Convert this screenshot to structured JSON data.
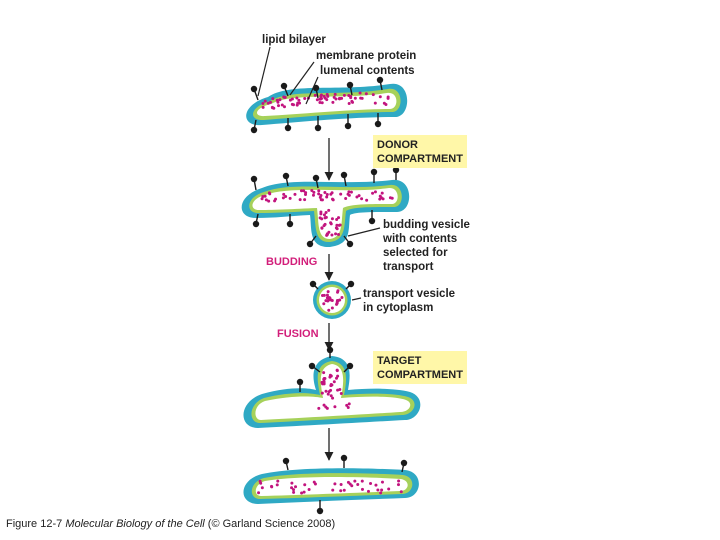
{
  "colors": {
    "membrane_outer": "#2fa9c4",
    "membrane_inner": "#a6d15a",
    "lumen": "#ffffff",
    "cargo": "#c2147e",
    "protein": "#1a1a1a",
    "stage_label": "#d21e7a",
    "box_fill": "#fff7a8",
    "arrow": "#222222"
  },
  "labels": {
    "lipid_bilayer": "lipid bilayer",
    "membrane_protein": "membrane protein",
    "lumenal_contents": "lumenal contents",
    "budding_vesicle": [
      "budding vesicle",
      "with contents",
      "selected for",
      "transport"
    ],
    "transport_vesicle": [
      "transport vesicle",
      "in cytoplasm"
    ]
  },
  "boxes": {
    "donor": [
      "DONOR",
      "COMPARTMENT"
    ],
    "target": [
      "TARGET",
      "COMPARTMENT"
    ]
  },
  "stages": {
    "budding": "BUDDING",
    "fusion": "FUSION"
  },
  "caption": {
    "prefix": "Figure 12-7",
    "title": "Molecular Biology of the Cell",
    "suffix": "(© Garland Science 2008)"
  },
  "icons": {
    "membrane_protein": "ball-and-stick-icon",
    "flow_arrow": "arrow-down-icon"
  }
}
